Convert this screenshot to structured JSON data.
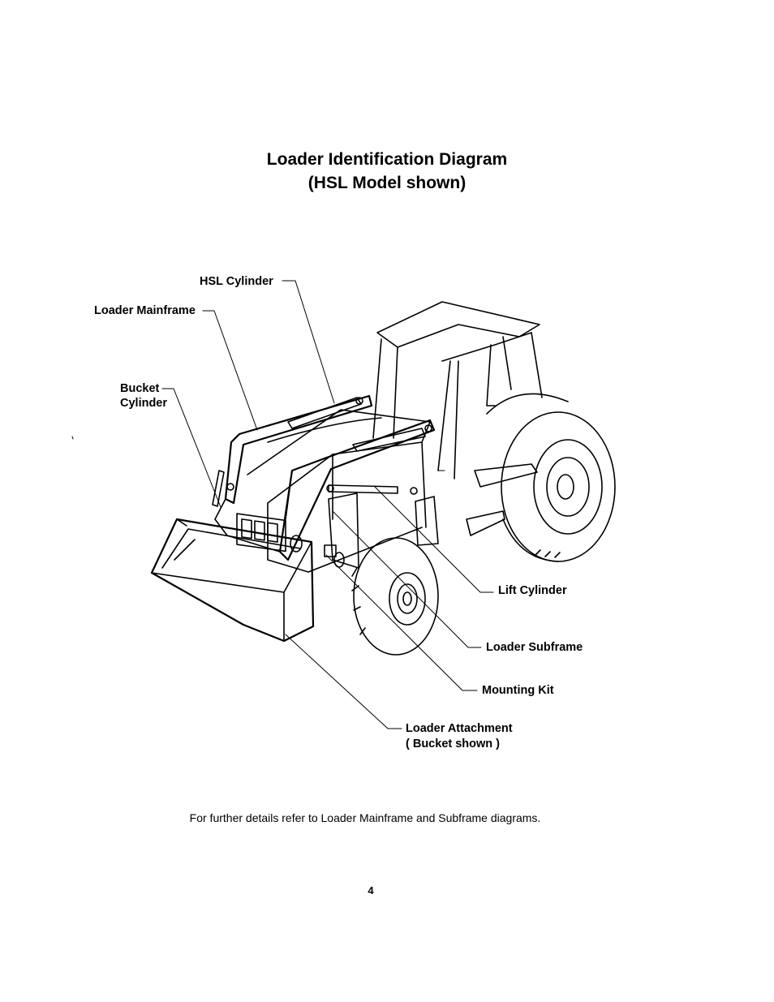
{
  "title_line1": "Loader Identification Diagram",
  "title_line2": "(HSL Model shown)",
  "labels": {
    "hsl_cylinder": "HSL Cylinder",
    "loader_mainframe": "Loader Mainframe",
    "bucket_cylinder_line1": "Bucket",
    "bucket_cylinder_line2": "Cylinder",
    "lift_cylinder": "Lift Cylinder",
    "loader_subframe": "Loader Subframe",
    "mounting_kit": "Mounting Kit",
    "loader_attachment_line1": "Loader Attachment",
    "loader_attachment_line2": "( Bucket shown )"
  },
  "footnote": "For further details refer to Loader Mainframe and Subframe diagrams.",
  "page_number": "4"
}
